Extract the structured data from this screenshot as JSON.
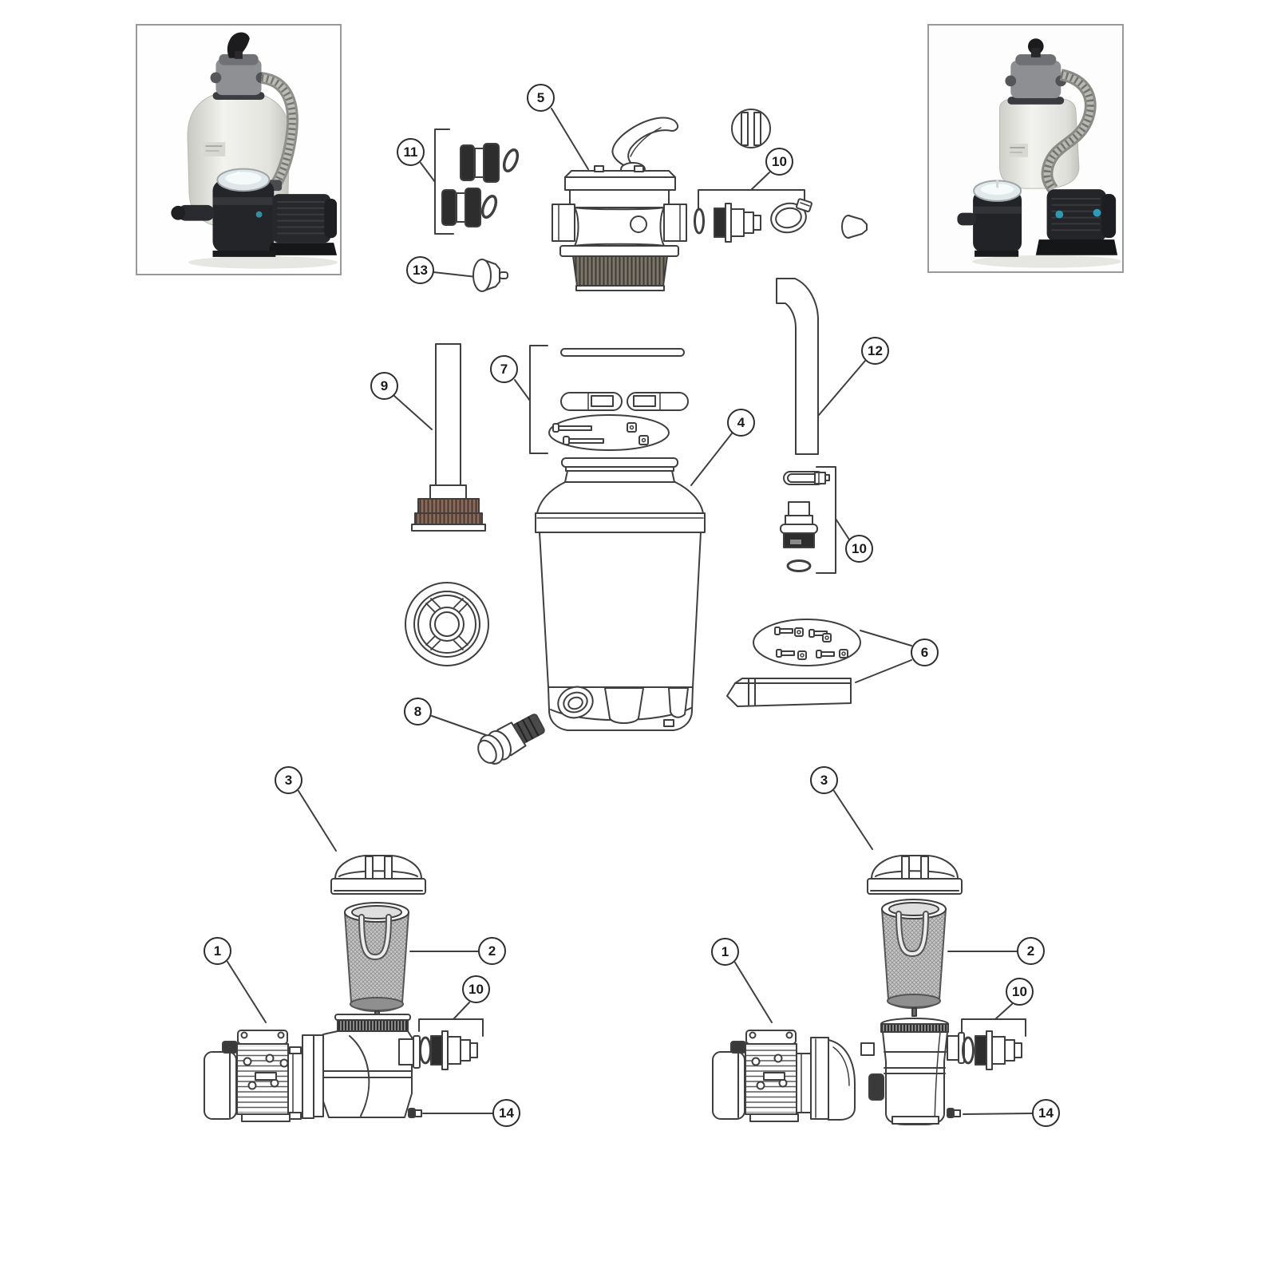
{
  "page": {
    "background": "#ffffff",
    "type": "exploded-parts-diagram"
  },
  "colors": {
    "line_art": "#3f3f3f",
    "callout_border": "#2e2e2e",
    "dark_part_fill": "#2d2d2d",
    "thread_brown": "#8a6a5c",
    "photo_border": "#97999c",
    "accent_blue": "#2f9ab5"
  },
  "photos": {
    "left": {
      "subject": "sand-filter-pump-system-photo"
    },
    "right": {
      "subject": "sand-filter-pump-system-photo-alt-angle"
    }
  },
  "diagram": {
    "callouts": [
      {
        "number": "5",
        "part": "multiport-valve"
      },
      {
        "number": "11",
        "part": "union-adapters-with-orings"
      },
      {
        "number": "13",
        "part": "sight-glass-plug"
      },
      {
        "number": "10",
        "part": "hose-adapter-kit-top"
      },
      {
        "number": "9",
        "part": "standpipe-with-union-nut"
      },
      {
        "number": "7",
        "part": "flange-clamp-hardware-kit"
      },
      {
        "number": "4",
        "part": "filter-tank"
      },
      {
        "number": "12",
        "part": "elbow-pipe"
      },
      {
        "number": "10",
        "part": "hose-adapter-kit-right"
      },
      {
        "number": "6",
        "part": "base-hardware-kit"
      },
      {
        "number": "8",
        "part": "tank-drain-plug-assembly"
      },
      {
        "number": "3",
        "part": "strainer-lid-left"
      },
      {
        "number": "1",
        "part": "pump-left"
      },
      {
        "number": "2",
        "part": "strainer-basket-left"
      },
      {
        "number": "10",
        "part": "hose-adapter-kit-pump-left"
      },
      {
        "number": "14",
        "part": "pump-drain-plug-left"
      },
      {
        "number": "3",
        "part": "strainer-lid-right"
      },
      {
        "number": "1",
        "part": "pump-right"
      },
      {
        "number": "2",
        "part": "strainer-basket-right"
      },
      {
        "number": "10",
        "part": "hose-adapter-kit-pump-right"
      },
      {
        "number": "14",
        "part": "pump-drain-plug-right"
      }
    ]
  }
}
